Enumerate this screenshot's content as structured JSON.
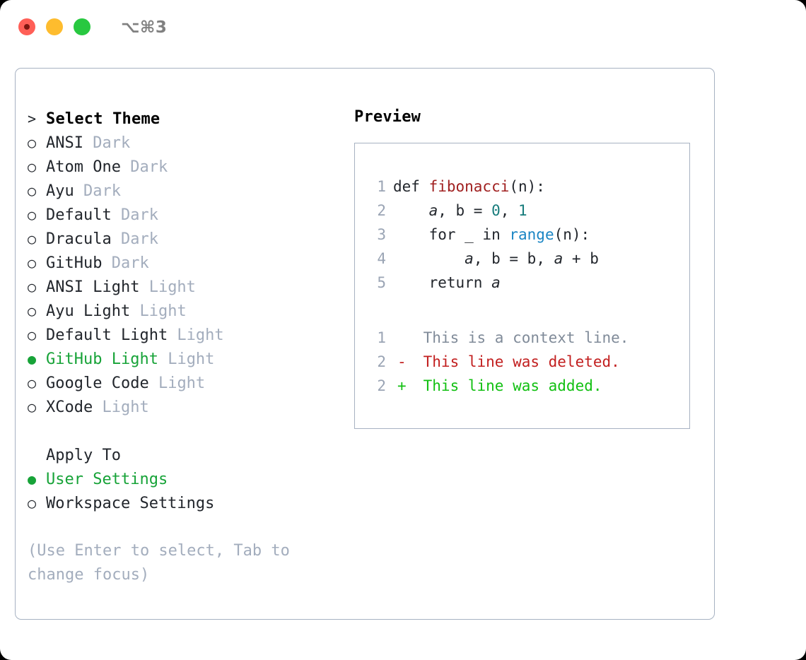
{
  "window": {
    "shortcut": "⌥⌘3",
    "traffic_lights": [
      {
        "name": "close",
        "color": "#ff5f57"
      },
      {
        "name": "minimize",
        "color": "#febc2e"
      },
      {
        "name": "zoom",
        "color": "#28c840"
      }
    ]
  },
  "colors": {
    "accent_green": "#17a338",
    "muted": "#a3adbd",
    "text": "#22262c",
    "border": "#a7b2c2",
    "diff_add": "#12c012",
    "diff_del": "#c21f1f",
    "diff_context": "#808b99"
  },
  "theme_list": {
    "header": {
      "marker": ">",
      "label": "Select Theme"
    },
    "items": [
      {
        "marker": "○",
        "name": "ANSI",
        "suffix": " Dark",
        "selected": false
      },
      {
        "marker": "○",
        "name": "Atom One",
        "suffix": " Dark",
        "selected": false
      },
      {
        "marker": "○",
        "name": "Ayu",
        "suffix": " Dark",
        "selected": false
      },
      {
        "marker": "○",
        "name": "Default",
        "suffix": " Dark",
        "selected": false
      },
      {
        "marker": "○",
        "name": "Dracula",
        "suffix": " Dark",
        "selected": false
      },
      {
        "marker": "○",
        "name": "GitHub",
        "suffix": " Dark",
        "selected": false
      },
      {
        "marker": "○",
        "name": "ANSI Light",
        "suffix": " Light",
        "selected": false
      },
      {
        "marker": "○",
        "name": "Ayu Light",
        "suffix": " Light",
        "selected": false
      },
      {
        "marker": "○",
        "name": "Default Light",
        "suffix": " Light",
        "selected": false
      },
      {
        "marker": "●",
        "name": "GitHub Light",
        "suffix": " Light",
        "selected": true
      },
      {
        "marker": "○",
        "name": "Google Code",
        "suffix": " Light",
        "selected": false
      },
      {
        "marker": "○",
        "name": "XCode",
        "suffix": " Light",
        "selected": false
      }
    ]
  },
  "apply_to": {
    "header": {
      "marker": " ",
      "label": "Apply To"
    },
    "items": [
      {
        "marker": "●",
        "name": "User Settings",
        "suffix": "",
        "selected": true
      },
      {
        "marker": "○",
        "name": "Workspace Settings",
        "suffix": "",
        "selected": false
      }
    ]
  },
  "hint": "(Use Enter to select, Tab to change focus)",
  "preview": {
    "title": "Preview",
    "code_lines": [
      {
        "number": "1",
        "tokens": [
          {
            "text": "def ",
            "type": "kw"
          },
          {
            "text": "fibonacci",
            "type": "fn"
          },
          {
            "text": "(n):",
            "type": "plain"
          }
        ]
      },
      {
        "number": "2",
        "tokens": [
          {
            "text": "    ",
            "type": "plain"
          },
          {
            "text": "a",
            "type": "var"
          },
          {
            "text": ", b = ",
            "type": "plain"
          },
          {
            "text": "0",
            "type": "num"
          },
          {
            "text": ", ",
            "type": "plain"
          },
          {
            "text": "1",
            "type": "num"
          }
        ]
      },
      {
        "number": "3",
        "tokens": [
          {
            "text": "    for _ in ",
            "type": "plain"
          },
          {
            "text": "range",
            "type": "builtin"
          },
          {
            "text": "(n):",
            "type": "plain"
          }
        ]
      },
      {
        "number": "4",
        "tokens": [
          {
            "text": "        ",
            "type": "plain"
          },
          {
            "text": "a",
            "type": "var"
          },
          {
            "text": ", b = b, ",
            "type": "plain"
          },
          {
            "text": "a",
            "type": "var"
          },
          {
            "text": " + b",
            "type": "plain"
          }
        ]
      },
      {
        "number": "5",
        "tokens": [
          {
            "text": "    return ",
            "type": "plain"
          },
          {
            "text": "a",
            "type": "var"
          }
        ]
      }
    ],
    "diff_lines": [
      {
        "number": "1",
        "sign": " ",
        "text": " This is a context line.",
        "kind": "context"
      },
      {
        "number": "2",
        "sign": "-",
        "text": " This line was deleted.",
        "kind": "del"
      },
      {
        "number": "2",
        "sign": "+",
        "text": " This line was added.",
        "kind": "add"
      }
    ]
  }
}
